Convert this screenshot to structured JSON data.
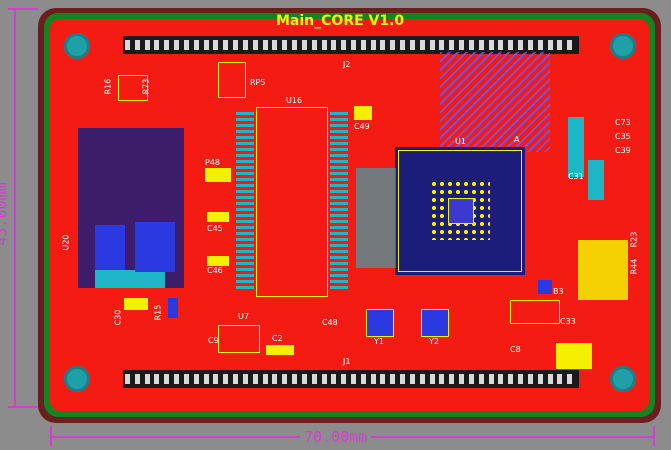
{
  "board": {
    "title": "Main_CORE V1.0",
    "dim_width": "70.00mm",
    "dim_height": "45.00mm"
  },
  "headers": {
    "top_ref": "J2",
    "bottom_ref": "J1",
    "pin_count": 46
  },
  "components": {
    "u16": "U16",
    "u1": "U1",
    "u20": "U20",
    "u7": "U7",
    "rp5": "RP5",
    "r16": "R16",
    "r73": "R73",
    "r15": "R15",
    "r23": "R23",
    "r44": "R44",
    "c30": "C30",
    "c9": "C9",
    "c2": "C2",
    "c48": "C48",
    "c49": "C49",
    "c45": "C45",
    "c46": "C46",
    "c73": "C73",
    "c35": "C35",
    "c39": "C39",
    "c31": "C31",
    "c33": "C33",
    "c8": "C8",
    "p48": "P48",
    "y1": "Y1",
    "y2": "Y2",
    "b3": "B3",
    "a1": "A"
  },
  "colors": {
    "copper_top": "#f41c12",
    "board_edge": "#14841f",
    "keepout": "#6b1e1e",
    "silkscreen": "#f5f000",
    "dimension": "#d040d0",
    "bottom_layer": "#2b3ae0"
  }
}
